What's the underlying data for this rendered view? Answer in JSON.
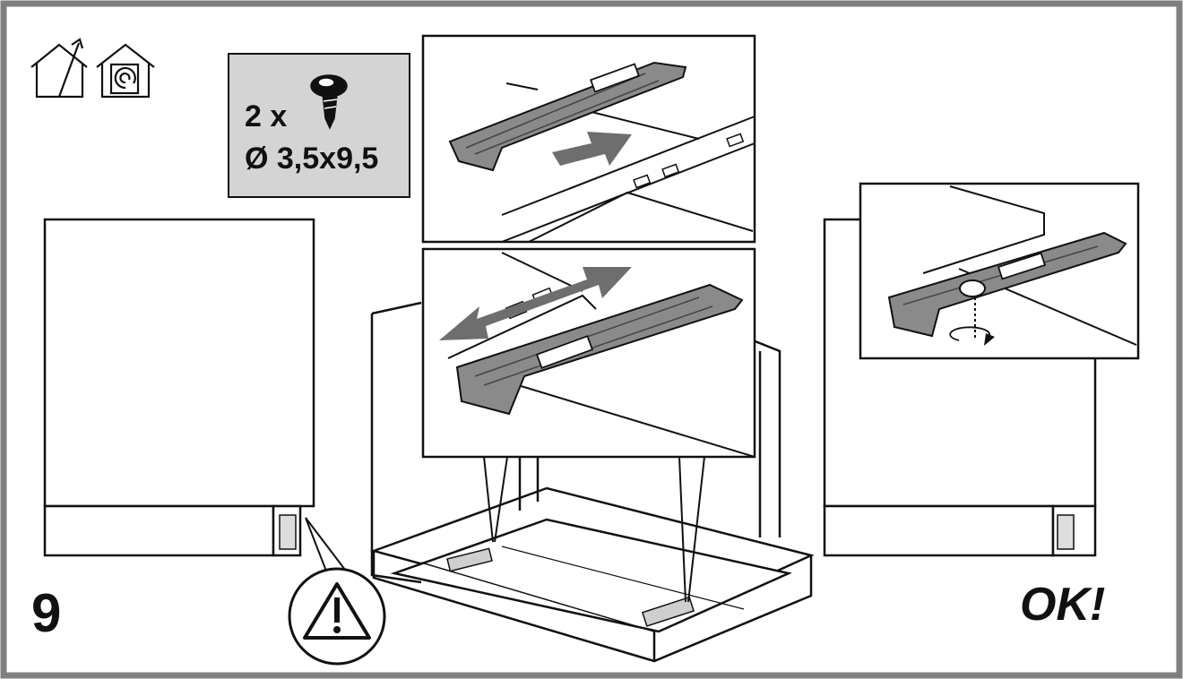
{
  "figure": {
    "step_number": "9",
    "result_label": "OK!",
    "screw_spec": {
      "quantity": "2 x",
      "size": "Ø 3,5x9,5"
    },
    "colors": {
      "frame": "#7f7f7f",
      "spec_box": "#d4d4d4",
      "bracket": "#8a8a8a",
      "arrow": "#6e6e6e",
      "line": "#111111"
    },
    "icons": [
      "house-vent-out-icon",
      "house-recirculation-icon",
      "screw-icon",
      "warning-icon",
      "rotate-arrow-icon"
    ]
  }
}
